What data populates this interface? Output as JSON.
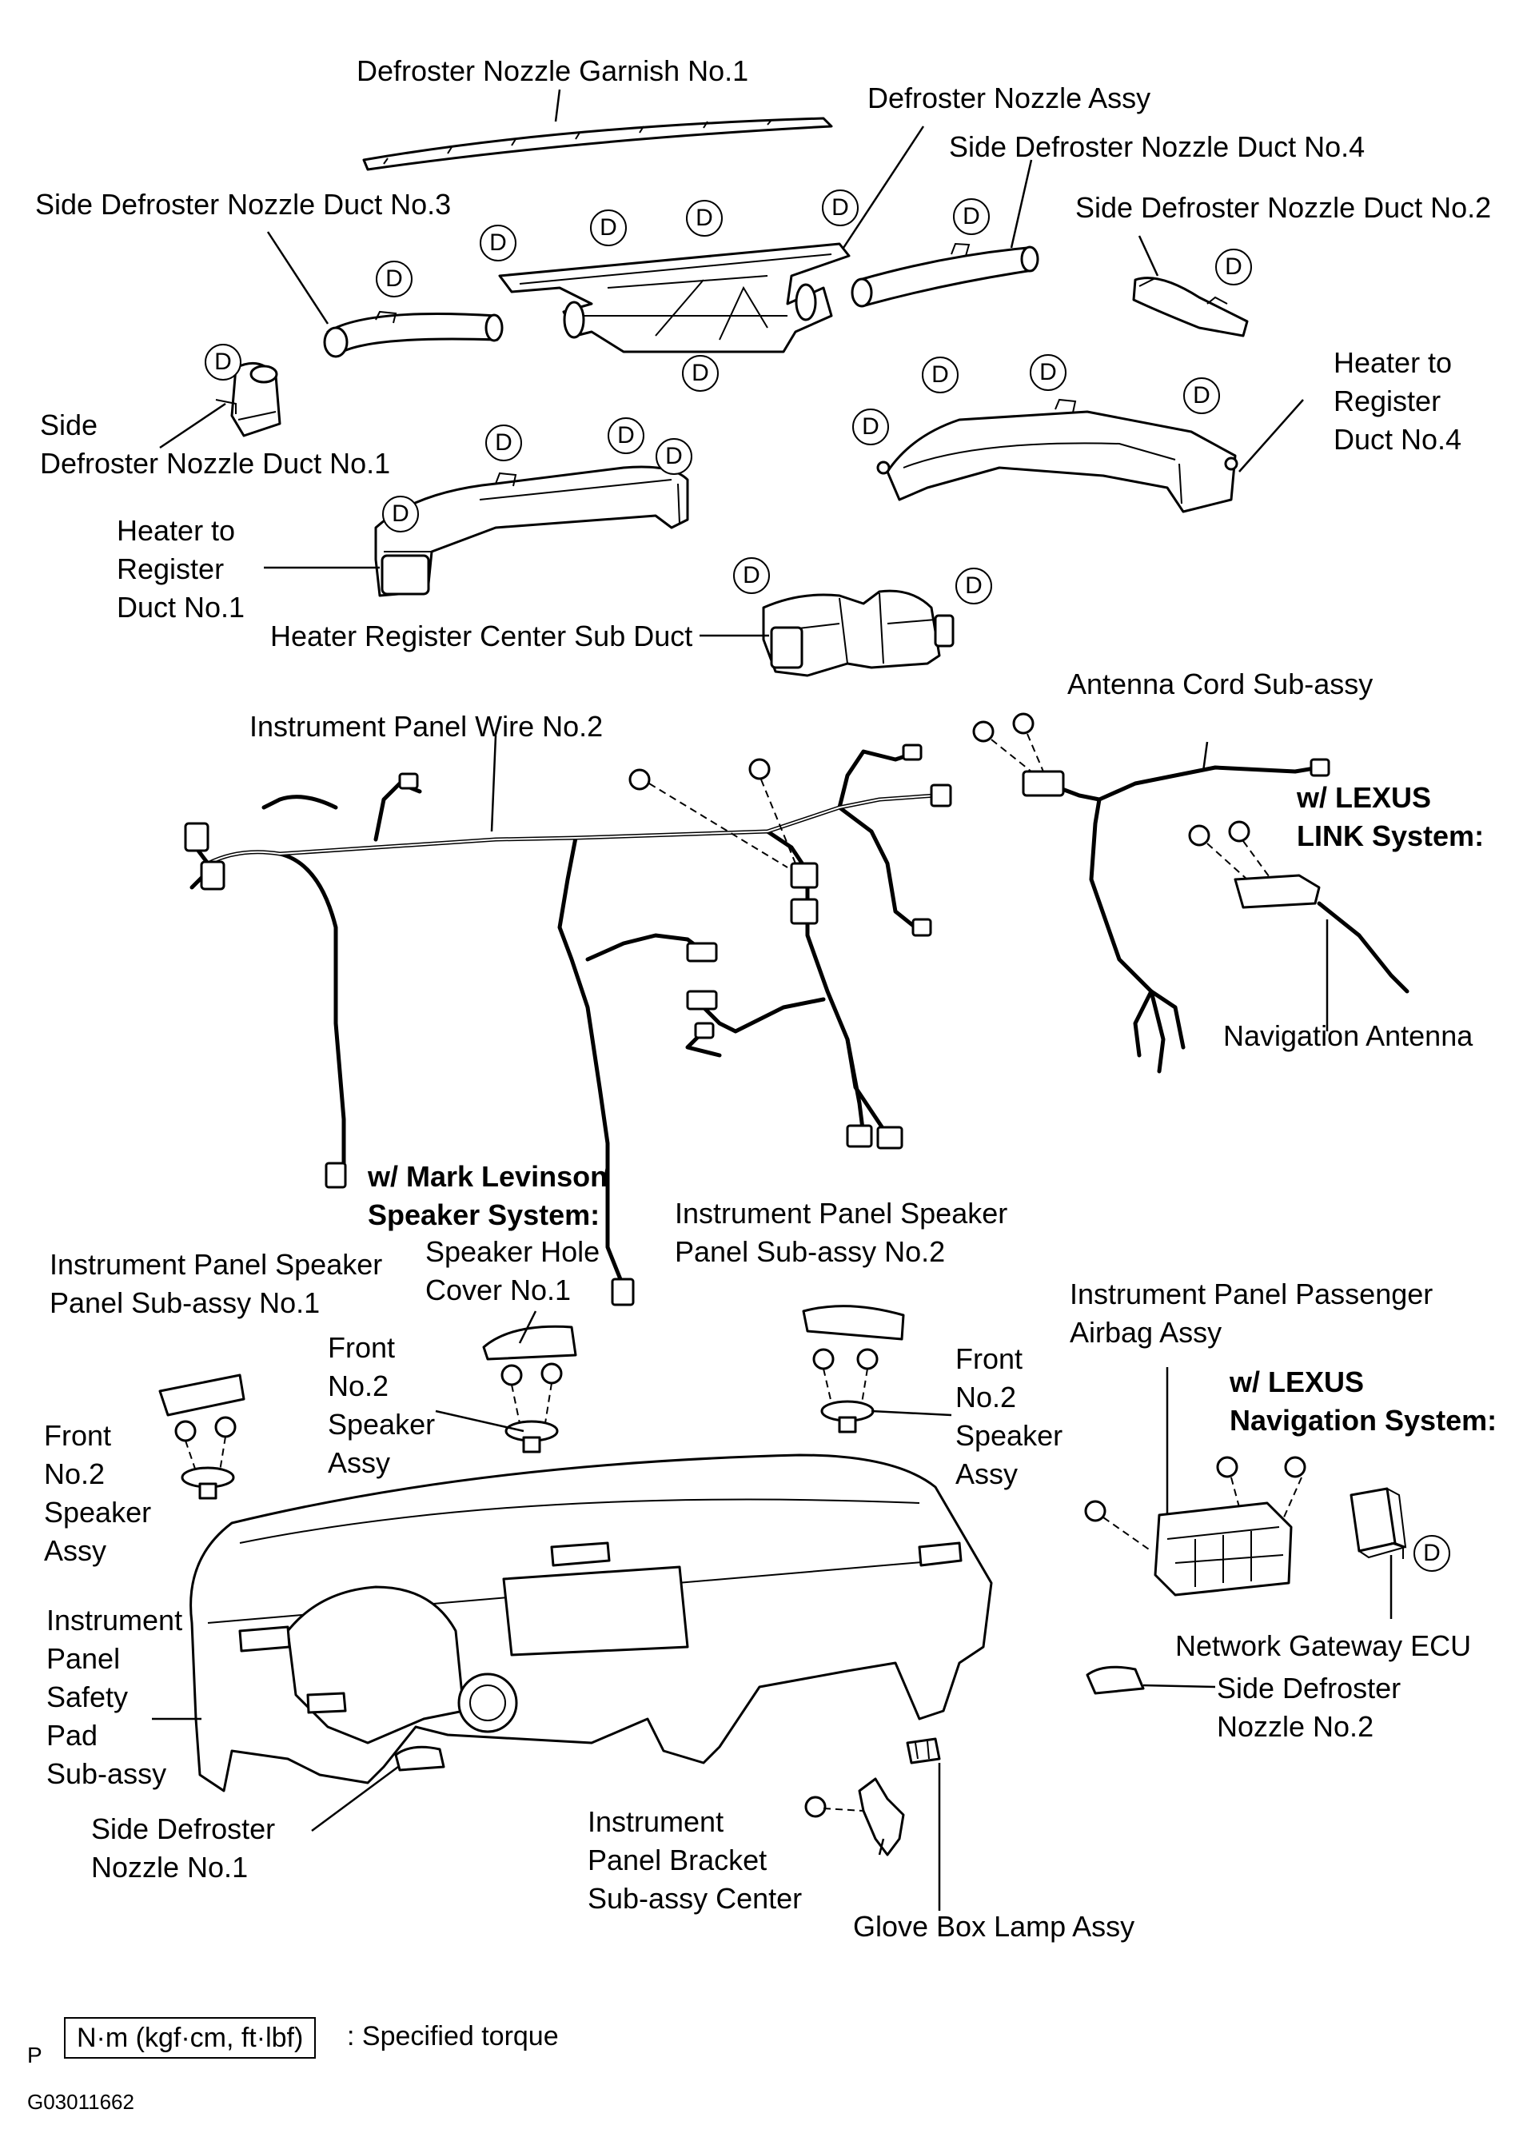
{
  "labels": {
    "garnish_no1": "Defroster Nozzle Garnish No.1",
    "nozzle_assy": "Defroster Nozzle Assy",
    "side_duct_no4": "Side Defroster Nozzle Duct No.4",
    "side_duct_no3": "Side Defroster Nozzle Duct No.3",
    "side_duct_no2": "Side Defroster Nozzle Duct No.2",
    "side_duct_no1_a": "Side",
    "side_duct_no1_b": "Defroster Nozzle Duct No.1",
    "heater_duct_no4": [
      "Heater to",
      "Register",
      "Duct No.4"
    ],
    "heater_duct_no1": [
      "Heater to",
      "Register",
      "Duct No.1"
    ],
    "center_sub_duct": "Heater Register Center Sub Duct",
    "antenna_cord": "Antenna Cord Sub-assy",
    "panel_wire_no2": "Instrument Panel Wire No.2",
    "lexus_link": [
      "w/ LEXUS",
      "LINK System:"
    ],
    "nav_antenna": "Navigation Antenna",
    "mark_levinson": [
      "w/ Mark Levinson",
      "Speaker System:"
    ],
    "speaker_panel_no2": [
      "Instrument Panel Speaker",
      "Panel Sub-assy No.2"
    ],
    "speaker_hole_cover": [
      "Speaker Hole",
      "Cover No.1"
    ],
    "speaker_panel_no1": [
      "Instrument Panel Speaker",
      "Panel Sub-assy No.1"
    ],
    "front_speaker_mid": [
      "Front",
      "No.2",
      "Speaker",
      "Assy"
    ],
    "front_speaker_right": [
      "Front",
      "No.2",
      "Speaker",
      "Assy"
    ],
    "front_speaker_left": [
      "Front",
      "No.2",
      "Speaker",
      "Assy"
    ],
    "airbag": [
      "Instrument Panel Passenger",
      "Airbag Assy"
    ],
    "lexus_nav": [
      "w/ LEXUS",
      "Navigation System:"
    ],
    "gateway_ecu": "Network Gateway ECU",
    "side_nozzle_no2": [
      "Side Defroster",
      "Nozzle No.2"
    ],
    "safety_pad": [
      "Instrument",
      "Panel",
      "Safety",
      "Pad",
      "Sub-assy"
    ],
    "side_nozzle_no1": [
      "Side Defroster",
      "Nozzle No.1"
    ],
    "bracket_center": [
      "Instrument",
      "Panel Bracket",
      "Sub-assy  Center"
    ],
    "glove_lamp": "Glove Box Lamp Assy"
  },
  "marker": "D",
  "torque_legend": {
    "box": "N·m (kgf·cm, ft·lbf)",
    "text": ": Specified torque"
  },
  "page_letter": "P",
  "figure_code": "G03011662"
}
